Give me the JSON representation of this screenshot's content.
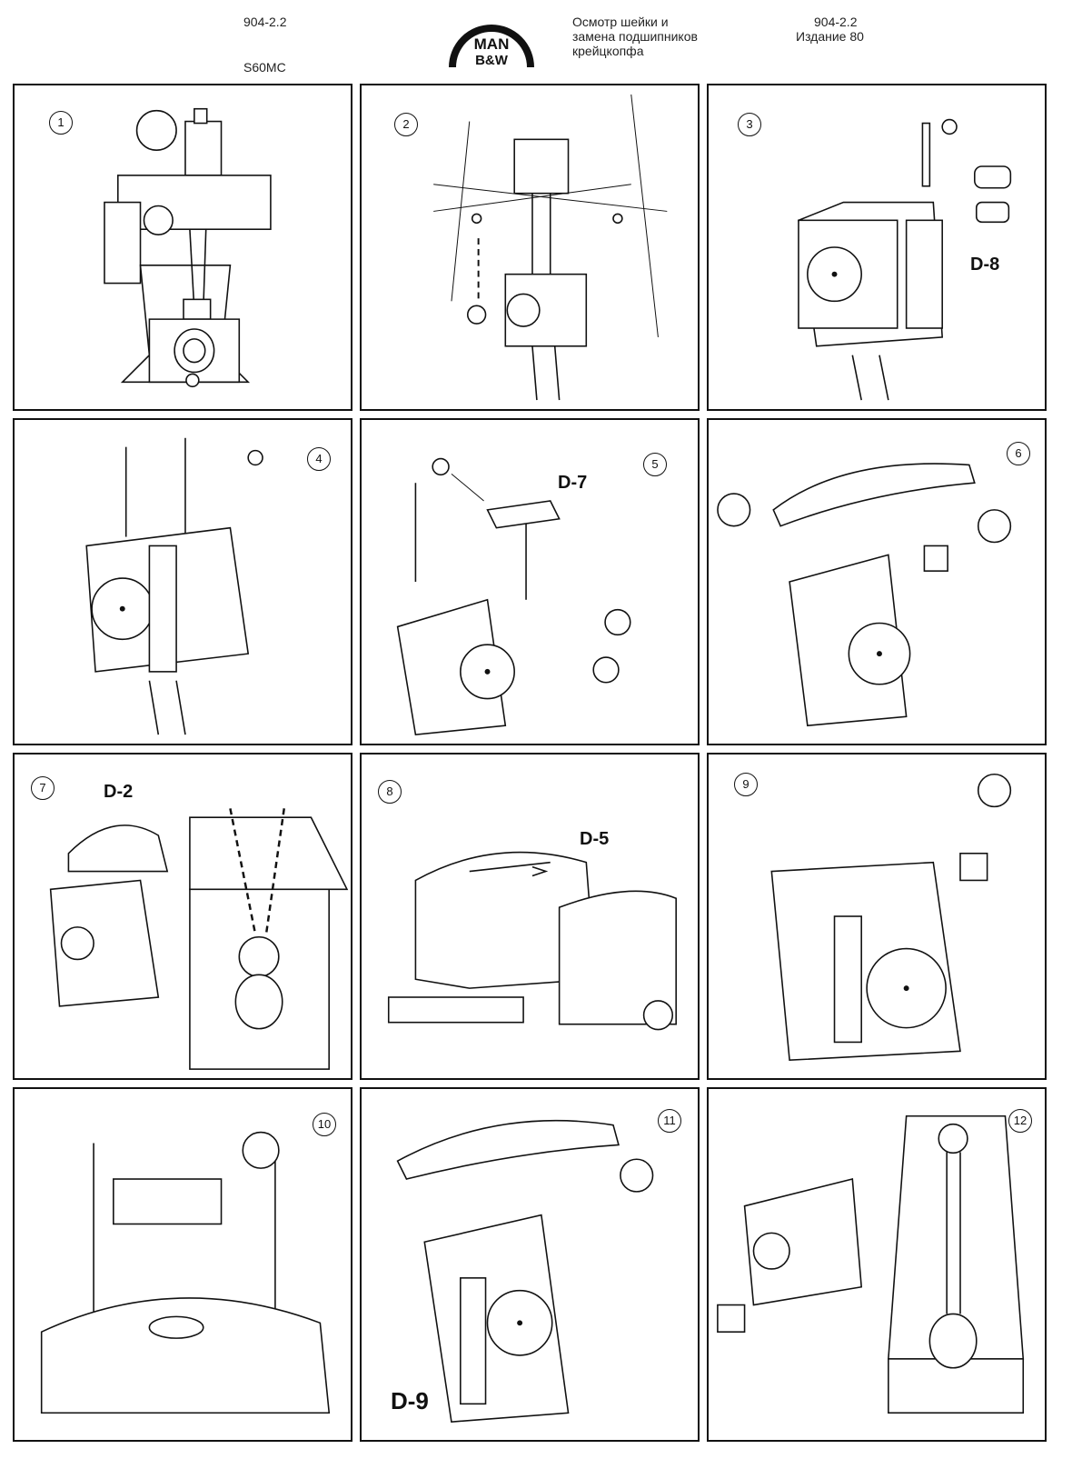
{
  "header": {
    "doc_code_left": "904-2.2",
    "model": "S60MC",
    "logo_top": "MAN",
    "logo_bottom": "B&W",
    "title_lines": [
      "Осмотр шейки и",
      "замена подшипников",
      "крейцкопфа"
    ],
    "doc_code_right": "904-2.2",
    "edition": "Издание 80"
  },
  "panels": [
    {
      "number": "1",
      "label": ""
    },
    {
      "number": "2",
      "label": ""
    },
    {
      "number": "3",
      "label": "D-8"
    },
    {
      "number": "4",
      "label": ""
    },
    {
      "number": "5",
      "label": "D-7"
    },
    {
      "number": "6",
      "label": ""
    },
    {
      "number": "7",
      "label": "D-2"
    },
    {
      "number": "8",
      "label": "D-5"
    },
    {
      "number": "9",
      "label": ""
    },
    {
      "number": "10",
      "label": ""
    },
    {
      "number": "11",
      "label": "D-9"
    },
    {
      "number": "12",
      "label": ""
    }
  ],
  "icons": {
    "rotate": "rotate-arrow-icon",
    "push": "direction-arrow-icon",
    "eye": "inspect-eye-icon"
  }
}
